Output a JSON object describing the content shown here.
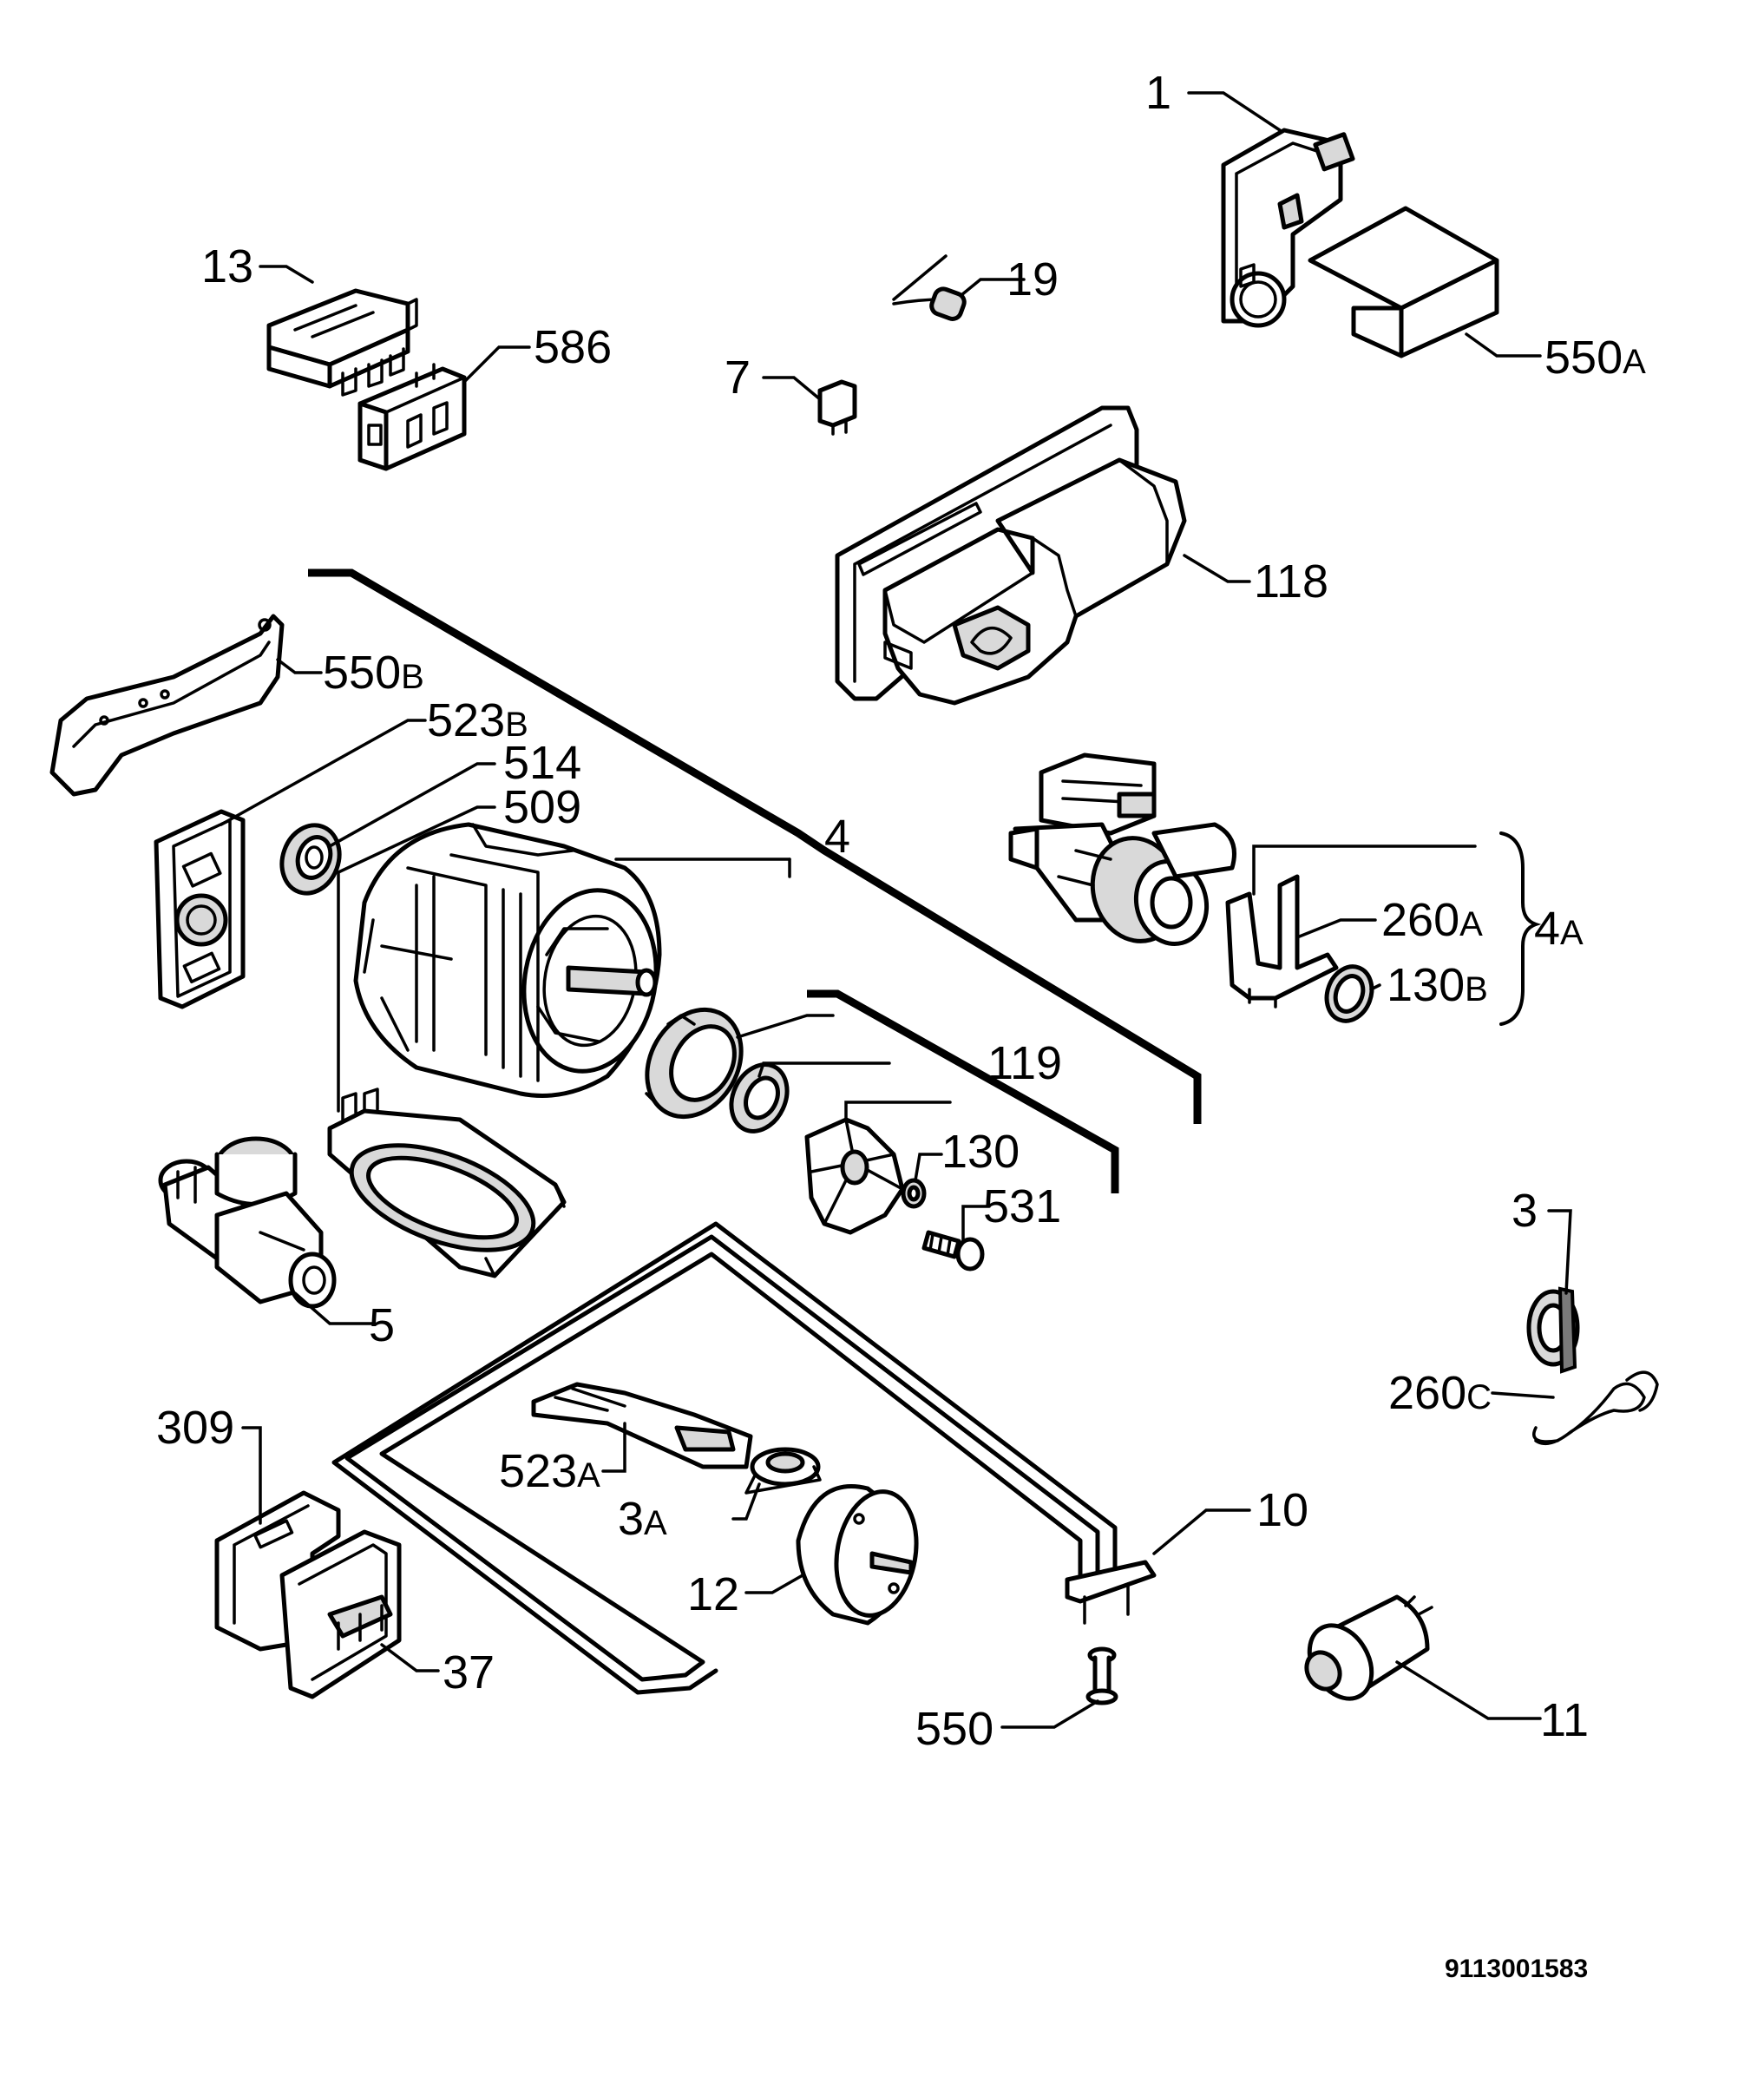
{
  "labels": {
    "p1": "1",
    "p13": "13",
    "p19": "19",
    "p586": "586",
    "p7": "7",
    "p550A": "550",
    "p550A_suffix": "A",
    "p118": "118",
    "p550B": "550",
    "p550B_suffix": "B",
    "p523B": "523",
    "p523B_suffix": "B",
    "p514": "514",
    "p509": "509",
    "p4": "4",
    "p260A": "260",
    "p260A_suffix": "A",
    "p4A": "4",
    "p4A_suffix": "A",
    "p130B": "130",
    "p130B_suffix": "B",
    "p119": "119",
    "p130": "130",
    "p531": "531",
    "p3": "3",
    "p5": "5",
    "p260C": "260",
    "p260C_suffix": "C",
    "p309": "309",
    "p523A": "523",
    "p523A_suffix": "A",
    "p3A": "3",
    "p3A_suffix": "A",
    "p10": "10",
    "p12": "12",
    "p37": "37",
    "p550": "550",
    "p11": "11"
  },
  "drawing_code": "9113001583"
}
